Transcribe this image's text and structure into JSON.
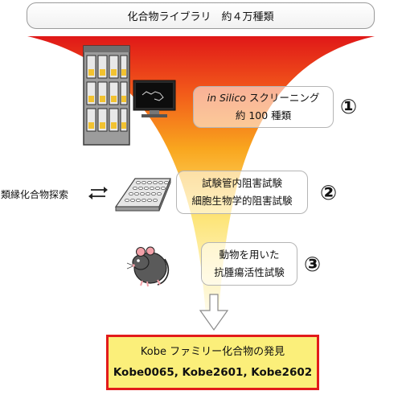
{
  "banner": {
    "text": "化合物ライブラリ　約４万種類"
  },
  "stages": [
    {
      "number": "①",
      "line1_em": "in Silico",
      "line1_rest": " スクリーニング",
      "line2": "約 100 種類"
    },
    {
      "number": "②",
      "line1": "試験管内阻害試験",
      "line2": "細胞生物学的阻害試験"
    },
    {
      "number": "③",
      "line1": "動物を用いた",
      "line2": "抗腫瘍活性試験"
    }
  ],
  "side_label": "類縁化合物探索",
  "result": {
    "line1": "Kobe ファミリー化合物の発見",
    "line2": "Kobe0065, Kobe2601, Kobe2602"
  },
  "icons": [
    "server-rack-icon",
    "monitor-icon",
    "well-plate-icon",
    "exchange-arrows-icon",
    "mouse-icon",
    "down-arrow-icon"
  ],
  "colors": {
    "funnel_top": "#e01818",
    "funnel_mid": "#f7a21b",
    "funnel_bottom": "#fffbe6",
    "result_border": "#e21b1b",
    "result_fill": "#fbef7a"
  }
}
